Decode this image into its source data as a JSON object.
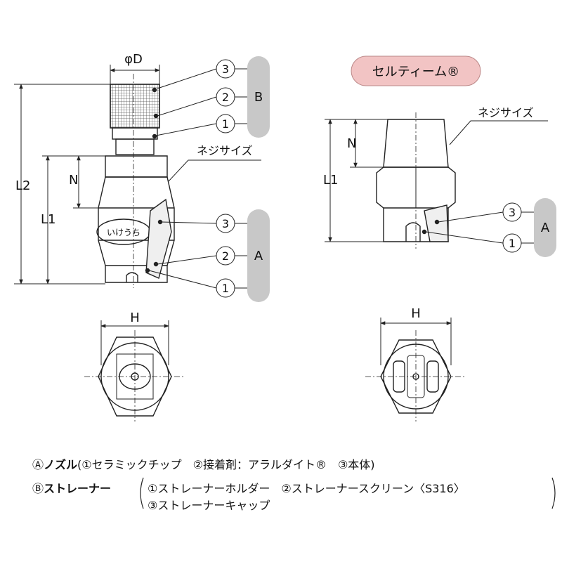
{
  "left_drawing": {
    "dim_phiD": "φD",
    "dim_L2": "L2",
    "dim_L1": "L1",
    "dim_N": "N",
    "dim_H": "H",
    "thread_label": "ネジサイズ",
    "brand_stamp": "いけうち",
    "callouts_B": [
      "3",
      "2",
      "1"
    ],
    "callouts_A": [
      "3",
      "2",
      "1"
    ],
    "group_B": "B",
    "group_A": "A"
  },
  "right_drawing": {
    "brand_badge": "セルティーム®",
    "thread_label": "ネジサイズ",
    "dim_N": "N",
    "dim_L1": "L1",
    "dim_H": "H",
    "callouts_A": [
      "3",
      "1"
    ],
    "group_A": "A"
  },
  "legend": {
    "line_a_marker": "Ⓐ",
    "line_a_title": "ノズル",
    "line_a_body": "(①セラミックチップ　②接着剤：アラルダイト®　③本体)",
    "line_b_marker": "Ⓑ",
    "line_b_title": "ストレーナー",
    "line_b_row1": "①ストレーナーホルダー　②ストレーナースクリーン〈S316〉",
    "line_b_row2": "③ストレーナーキャップ"
  },
  "colors": {
    "line": "#222222",
    "badge_gray": "#c8c8c8",
    "badge_pink": "#f2c4c4"
  }
}
